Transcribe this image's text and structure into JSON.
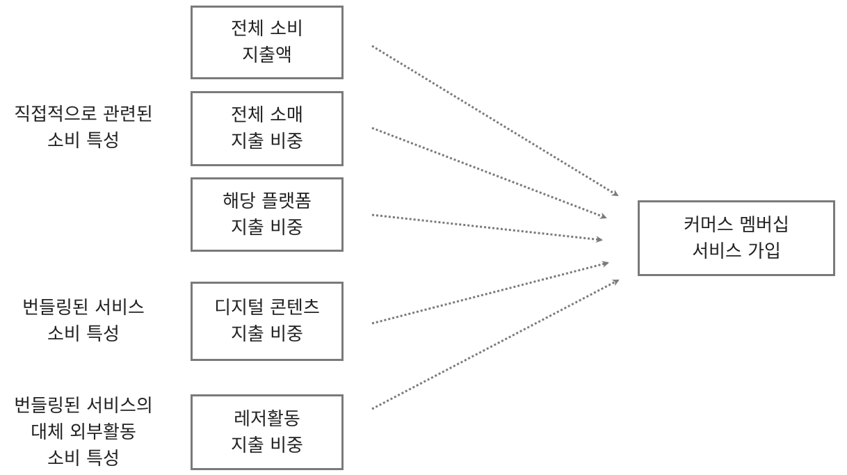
{
  "groups": [
    {
      "lines": [
        "직접적으로 관련된",
        "소비 특성"
      ]
    },
    {
      "lines": [
        "번들링된 서비스",
        "소비 특성"
      ]
    },
    {
      "lines": [
        "번들링된 서비스의",
        "대체 외부활동",
        "소비 특성"
      ]
    }
  ],
  "factors": [
    {
      "lines": [
        "전체 소비",
        "지출액"
      ]
    },
    {
      "lines": [
        "전체 소매",
        "지출 비중"
      ]
    },
    {
      "lines": [
        "해당 플랫폼",
        "지출 비중"
      ]
    },
    {
      "lines": [
        "디지털 콘텐츠",
        "지출 비중"
      ]
    },
    {
      "lines": [
        "레저활동",
        "지출 비중"
      ]
    }
  ],
  "outcome": {
    "lines": [
      "커머스 멤버십",
      "서비스 가입"
    ]
  },
  "colors": {
    "border": "#7a7a7a",
    "arrow": "#7a7a7a"
  }
}
